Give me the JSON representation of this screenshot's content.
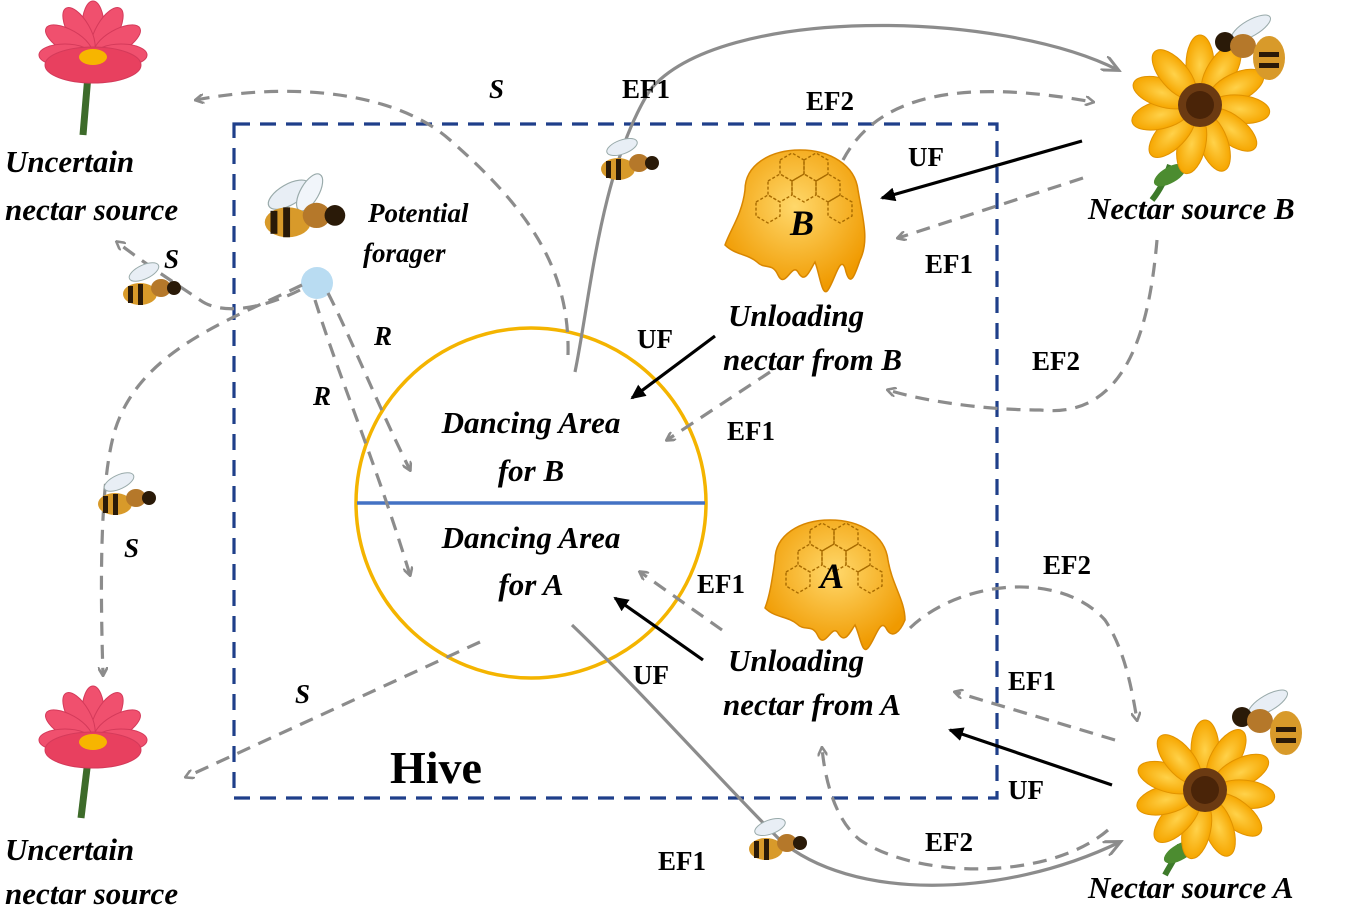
{
  "hive_label": "Hive",
  "dancing_area_b": [
    "Dancing Area",
    "for B"
  ],
  "dancing_area_a": [
    "Dancing Area",
    "for A"
  ],
  "potential_forager": [
    "Potential",
    "forager"
  ],
  "uncertain_source_top": [
    "Uncertain",
    "nectar source"
  ],
  "uncertain_source_bottom": [
    "Uncertain",
    "nectar source"
  ],
  "nectar_source_b": "Nectar source B",
  "nectar_source_a": "Nectar source A",
  "unloading_b": [
    "Unloading",
    "nectar from B"
  ],
  "unloading_a": [
    "Unloading",
    "nectar from A"
  ],
  "honey_b_letter": "B",
  "honey_a_letter": "A",
  "edge_labels": {
    "s_top": "S",
    "s_left_upper": "S",
    "s_left_lower": "S",
    "s_bottom": "S",
    "r_right": "R",
    "r_left": "R",
    "ef1_top": "EF1",
    "ef2_top": "EF2",
    "uf_b_in": "UF",
    "ef1_b_in": "EF1",
    "ef2_b_return": "EF2",
    "uf_b_dance": "UF",
    "ef1_b_dance": "EF1",
    "ef1_a_dance": "EF1",
    "uf_a_dance": "UF",
    "ef2_a_out": "EF2",
    "ef1_a_in": "EF1",
    "uf_a_in": "UF",
    "ef2_a_return": "EF2",
    "ef1_bottom": "EF1"
  },
  "colors": {
    "hive_border": "#1f3f8a",
    "circle": "#f4b400",
    "divider": "#4472c4",
    "forager_dot": "#b9dcf2",
    "arrow_grey": "#8c8c8c",
    "arrow_black": "#000000",
    "honey": "#f5a300",
    "pink_petal": "#f0506e",
    "yellow_petal": "#f7b500"
  }
}
